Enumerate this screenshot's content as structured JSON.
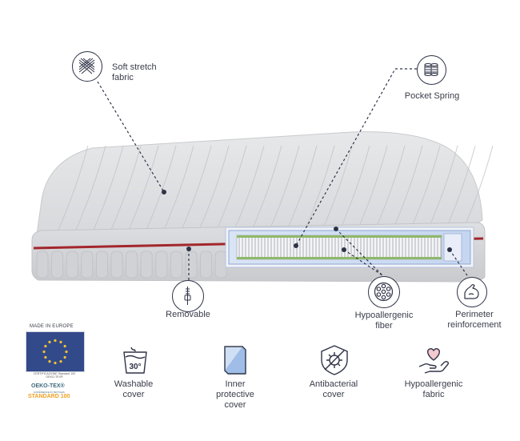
{
  "callouts": {
    "soft_stretch": [
      "Soft stretch",
      "fabric"
    ],
    "pocket_spring": "Pocket Spring",
    "removable": "Removable",
    "hypoallergenic_fiber": [
      "Hypoallergenic",
      "fiber"
    ],
    "perimeter": [
      "Perimeter",
      "reinforcement"
    ]
  },
  "features": [
    {
      "name": "washable",
      "lines": [
        "Washable",
        "cover"
      ],
      "badge": "30°"
    },
    {
      "name": "inner-protective",
      "lines": [
        "Inner",
        "protective",
        "cover"
      ]
    },
    {
      "name": "antibacterial",
      "lines": [
        "Antibacterial",
        "cover"
      ]
    },
    {
      "name": "hypoallergenic-fabric",
      "lines": [
        "Hypoallergenic",
        "fabric"
      ]
    }
  ],
  "certifications": {
    "made_in": "MADE IN EUROPE",
    "eu_caption_1": "CERTIFICAZIONE Standard 100",
    "eu_caption_2": "OEKO-TEX®",
    "oeko_tex": "OEKO-TEX®",
    "oeko_sub": "CONFIDENCE IN TEXTILES",
    "standard": "STANDARD 100"
  },
  "colors": {
    "icon_stroke": "#2f3347",
    "text": "#3a3d4a",
    "accent_red": "#a3262c",
    "eu_blue": "#334a8a",
    "eu_star": "#f2c230"
  }
}
